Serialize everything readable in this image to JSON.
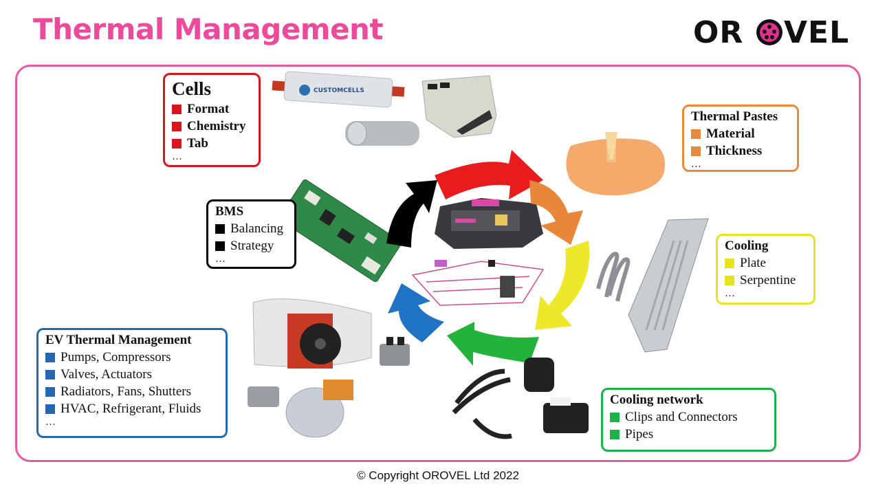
{
  "title": "Thermal Management",
  "logo": "OROVEL",
  "copyright": "© Copyright OROVEL Ltd 2022",
  "photo_labels": {
    "pouch_cell": "CUSTOMCELLS"
  },
  "cards": {
    "cells": {
      "title": "Cells",
      "color": "#d9141d",
      "items": [
        "Format",
        "Chemistry",
        "Tab"
      ],
      "more": "…"
    },
    "bms": {
      "title": "BMS",
      "color": "#000000",
      "items": [
        "Balancing",
        "Strategy"
      ],
      "more": "…"
    },
    "thermal_pastes": {
      "title": "Thermal Pastes",
      "color": "#e8893f",
      "items": [
        "Material",
        "Thickness"
      ],
      "more": "…"
    },
    "cooling": {
      "title": "Cooling",
      "color": "#e6e41c",
      "items": [
        "Plate",
        "Serpentine"
      ],
      "more": "…"
    },
    "ev_thermal": {
      "title": "EV Thermal Management",
      "color": "#2169b3",
      "items": [
        "Pumps, Compressors",
        "Valves, Actuators",
        "Radiators, Fans, Shutters",
        "HVAC, Refrigerant, Fluids"
      ],
      "more": "…"
    },
    "cooling_network": {
      "title": "Cooling network",
      "color": "#1db24a",
      "items": [
        "Clips and Connectors",
        "Pipes"
      ]
    }
  },
  "cycle_colors": [
    "#e81c1c",
    "#e8873a",
    "#ede82a",
    "#22b33b",
    "#1f73c4",
    "#000000"
  ],
  "frame_color": "#e85a9f",
  "title_color": "#ee4a9c"
}
